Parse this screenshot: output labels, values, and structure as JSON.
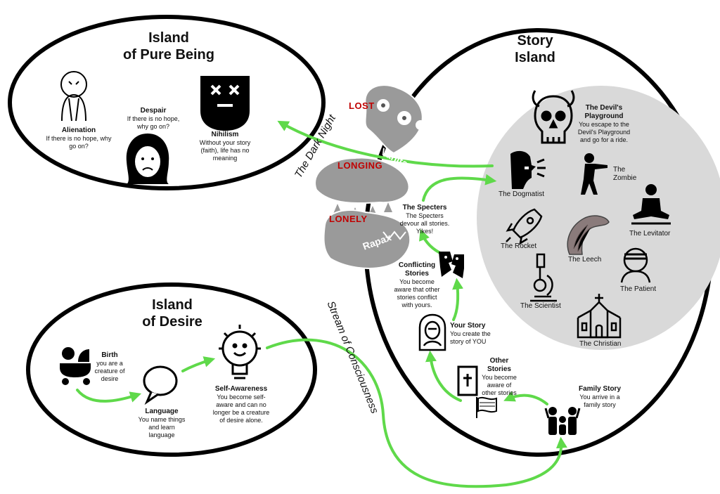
{
  "islands": {
    "pure_being": {
      "title_1": "Island",
      "title_2": "of Pure Being",
      "items": [
        {
          "title": "Alienation",
          "desc": "If there is no hope, why go on?",
          "icon": "crying-person-icon"
        },
        {
          "title": "Despair",
          "desc": "If there is no hope, why go on?",
          "icon": "sad-woman-icon"
        },
        {
          "title": "Nihilism",
          "desc": "Without your story (faith), life has no meaning",
          "icon": "dead-face-icon"
        }
      ]
    },
    "desire": {
      "title_1": "Island",
      "title_2": "of Desire",
      "items": [
        {
          "title": "Birth",
          "desc": "you are a creature of desire",
          "icon": "baby-stroller-icon"
        },
        {
          "title": "Language",
          "desc": "You name things and learn language",
          "icon": "speech-bubble-icon"
        },
        {
          "title": "Self-Awareness",
          "desc": "You become self-aware and can no longer be a creature of desire alone.",
          "icon": "lightbulb-face-icon"
        }
      ]
    },
    "story": {
      "title_1": "Story",
      "title_2": "Island",
      "stages": [
        {
          "title": "Family Story",
          "desc": "You arrive in a family story",
          "icon": "family-icon"
        },
        {
          "title": "Other Stories",
          "desc": "You become aware of other stories",
          "icon": "scriptures-icon"
        },
        {
          "title": "Your Story",
          "desc": "You create the story of YOU",
          "icon": "self-portrait-icon"
        },
        {
          "title": "Conflicting Stories",
          "desc": "You become aware that other stories conflict with yours.",
          "icon": "conflict-faces-icon"
        },
        {
          "title": "The Specters",
          "desc": "The Specters devour all stories. Yikes!",
          "icon": "specter-icon"
        }
      ],
      "devils_playground": {
        "title": "The Devil's Playground",
        "desc": "You escape to the Devil's Playground and go for a ride.",
        "icon": "devil-skull-icon"
      },
      "characters": [
        {
          "label": "The Dogmatist",
          "icon": "shouting-head-icon"
        },
        {
          "label": "The Zombie",
          "icon": "zombie-icon"
        },
        {
          "label": "The Levitator",
          "icon": "meditating-person-icon"
        },
        {
          "label": "The Rocket",
          "icon": "rocket-icon"
        },
        {
          "label": "The Leech",
          "icon": "leech-icon"
        },
        {
          "label": "The Patient",
          "icon": "bandaged-head-icon"
        },
        {
          "label": "The Scientist",
          "icon": "microscope-icon"
        },
        {
          "label": "The Christian",
          "icon": "church-icon"
        }
      ]
    }
  },
  "specters": [
    {
      "emotion": "LOST",
      "name": "Ignarus"
    },
    {
      "emotion": "LONGING",
      "name": "Vanitas"
    },
    {
      "emotion": "LONELY",
      "name": "Rapax"
    }
  ],
  "flows": {
    "dark_night": "The Dark Night",
    "stream": "Stream of Consciousness"
  },
  "colors": {
    "arrow": "#5fd94a",
    "outline": "#000000",
    "playground_fill": "#d9d9d9",
    "specter_gray": "#9a9a9a",
    "emotion_red": "#c00000"
  }
}
